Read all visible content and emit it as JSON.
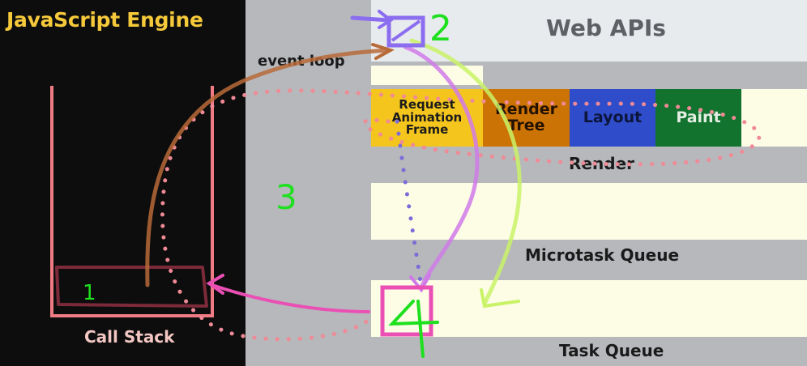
{
  "left": {
    "title": "JavaScript Engine",
    "call_stack_label": "Call Stack"
  },
  "event_loop_label": "event loop",
  "web_apis": {
    "title": "Web APIs",
    "render": {
      "label": "Render",
      "stages": [
        {
          "label": "Request Animation Frame",
          "color": "#f4c51d"
        },
        {
          "label": "Render Tree",
          "color": "#cc7305"
        },
        {
          "label": "Layout",
          "color": "#2f4dcb"
        },
        {
          "label": "Paint",
          "color": "#11732e"
        }
      ]
    },
    "microtask_queue_label": "Microtask Queue",
    "task_queue_label": "Task Queue"
  },
  "annotations": {
    "step_1": "1",
    "step_2": "2",
    "step_3": "3",
    "step_4": "4"
  },
  "colors": {
    "engine_title": "#f6c93b",
    "call_stack_outline": "#f07b84",
    "event_loop_dots": "#f08a96",
    "pink_arrow": "#ea4fb4",
    "violet_arrow": "#d07ae8",
    "lime_arrow": "#c9f267",
    "handwriting_green": "#1ee01e",
    "handwriting_purple": "#8b6df0"
  }
}
